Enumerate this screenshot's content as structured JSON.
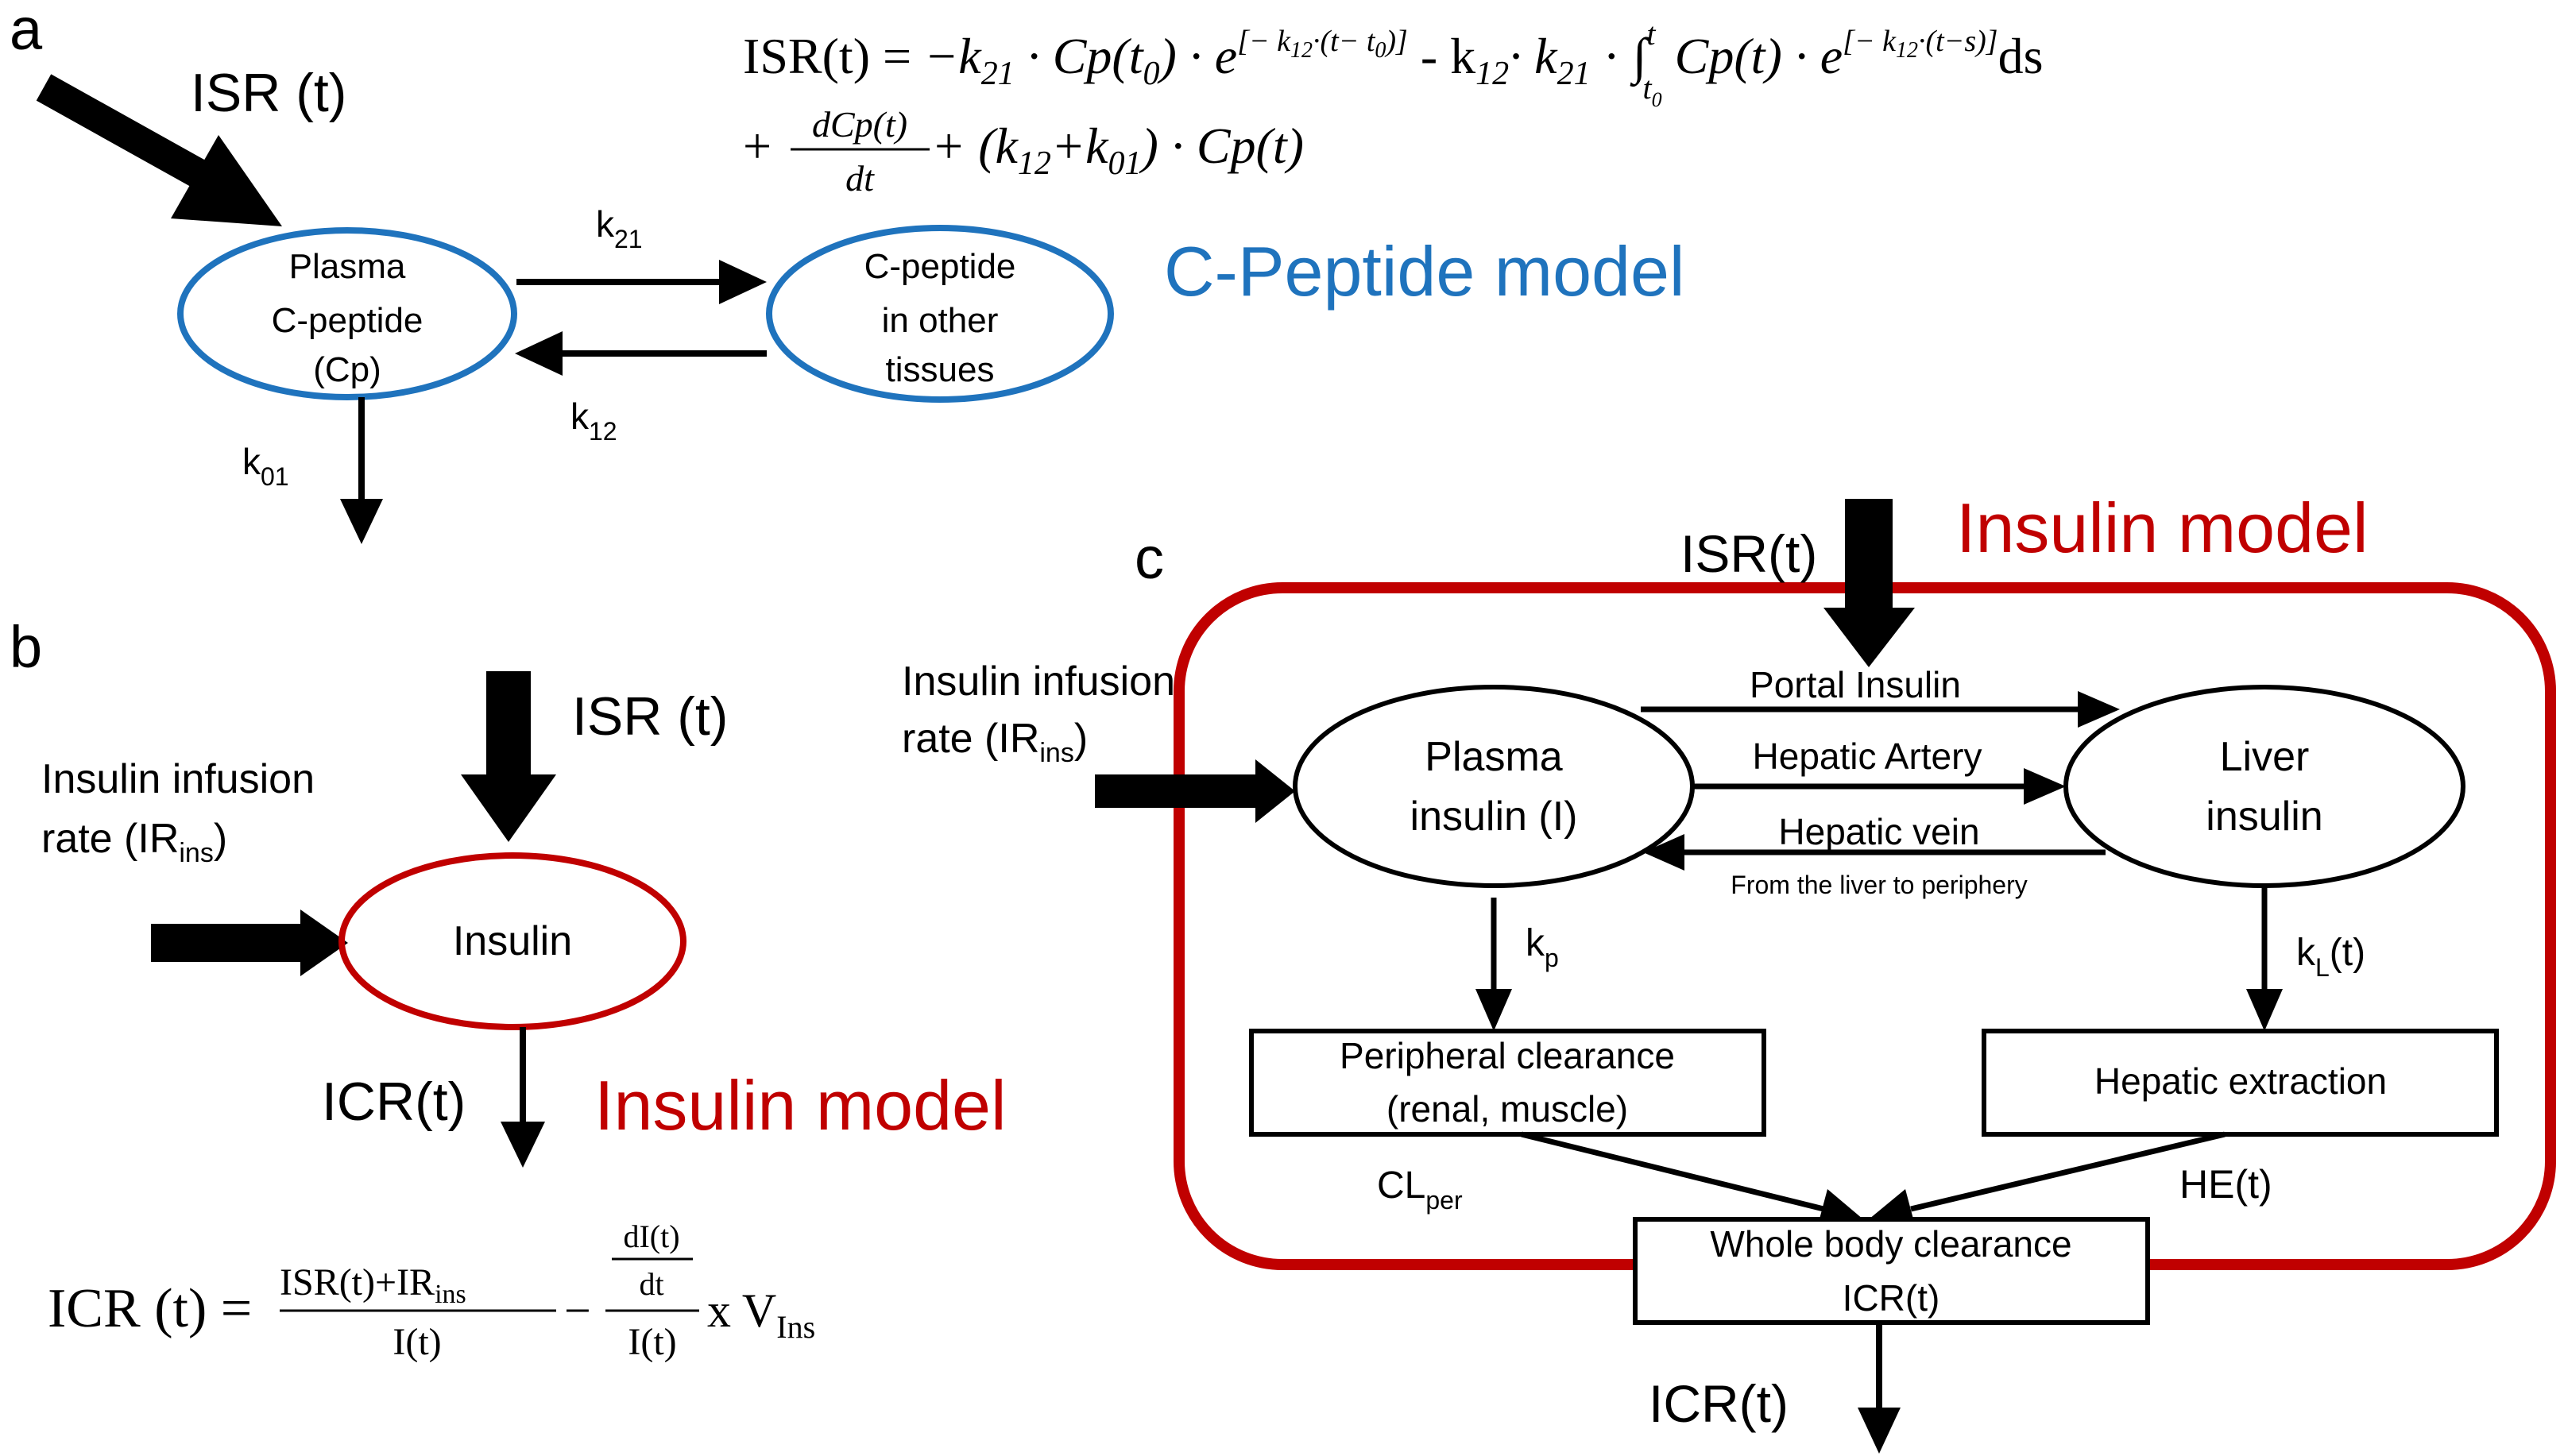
{
  "panel_labels": {
    "a": "a",
    "b": "b",
    "c": "c"
  },
  "colors": {
    "cpeptide": "#1f73bd",
    "insulin": "#c00000",
    "black": "#000000"
  },
  "panel_a": {
    "input_label": "ISR (t)",
    "plasma_node": [
      "Plasma",
      "C-peptide",
      "(Cp)"
    ],
    "tissue_node": [
      "C-peptide",
      "in other",
      "tissues"
    ],
    "k21": {
      "base": "k",
      "sub": "21"
    },
    "k12": {
      "base": "k",
      "sub": "12"
    },
    "k01": {
      "base": "k",
      "sub": "01"
    },
    "model_title": "C-Peptide model",
    "equation_line1": {
      "lhs": "ISR(t) = ",
      "t1": "−k",
      "t1_sub": "21",
      "t2": " · Cp(t",
      "t2_sub": "0",
      "t3": ") · e",
      "t3_sup": "[− k",
      "t3_sup_sub": "12",
      "t3_sup_rest": "·(t− t",
      "t3_sup_sub2": "0",
      "t3_sup_end": ")]",
      "t4": " - k",
      "t4_sub": "12",
      "t5": "· k",
      "t5_sub": "21",
      "t6": " · ∫",
      "int_upper": "t",
      "int_lower": "t",
      "int_lower_sub": "0",
      "t7": " Cp(t) · e",
      "t7_sup": "[− k",
      "t7_sup_sub": "12",
      "t7_sup_rest": "·(t−s)]",
      "t8": "ds"
    },
    "equation_line2": {
      "plus": "+",
      "frac_num": "dCp(t)",
      "frac_den": "dt",
      "rest1": " + (k",
      "rest1_sub": "12",
      "rest2": "+k",
      "rest2_sub": "01",
      "rest3": ") · Cp(t)"
    }
  },
  "panel_b": {
    "isr_label": "ISR (t)",
    "infusion_line1": "Insulin infusion",
    "infusion_line2": "rate (IR",
    "infusion_sub": "ins",
    "infusion_end": ")",
    "node": "Insulin",
    "icr_label": "ICR(t)",
    "model_title": "Insulin model",
    "equation": {
      "lhs": "ICR (t) = ",
      "num": "ISR(t)+IR",
      "num_sub": "ins",
      "den": "I(t)",
      "minus": "−",
      "inner_num": "dI(t)",
      "inner_den": "dt",
      "den2": "I(t)",
      "tail": " x V",
      "tail_sub": "Ins"
    }
  },
  "panel_c": {
    "model_title": "Insulin model",
    "isr_label": "ISR(t)",
    "infusion_line1": "Insulin infusion",
    "infusion_line2": "rate (IR",
    "infusion_sub": "ins",
    "infusion_end": ")",
    "plasma_node": [
      "Plasma",
      "insulin (I)"
    ],
    "liver_node": [
      "Liver",
      "insulin"
    ],
    "portal_label": "Portal Insulin",
    "artery_label": "Hepatic Artery",
    "vein_label": "Hepatic vein",
    "vein_note": "From the liver to periphery",
    "kp": {
      "base": "k",
      "sub": "p"
    },
    "kl": {
      "base": "k",
      "sub": "L",
      "end": "(t)"
    },
    "peripheral_box": [
      "Peripheral clearance",
      "(renal, muscle)"
    ],
    "hepatic_box": "Hepatic extraction",
    "clper": {
      "base": "CL",
      "sub": "per"
    },
    "he_label": "HE(t)",
    "whole_box": [
      "Whole body clearance",
      "ICR(t)"
    ],
    "icr_out": "ICR(t)"
  }
}
